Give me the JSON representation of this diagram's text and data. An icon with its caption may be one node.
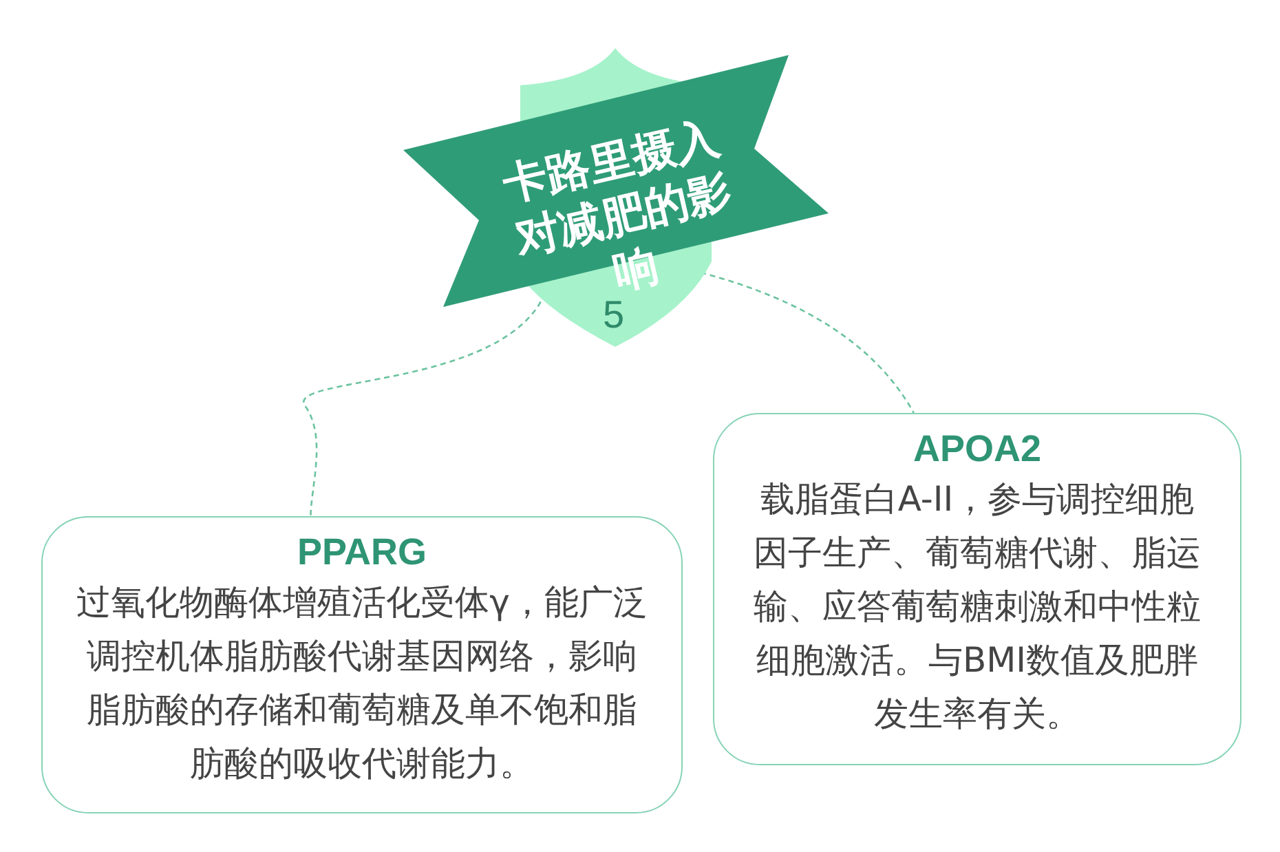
{
  "diagram": {
    "nodes": [
      {
        "text": [
          "卡路里摄入对减肥的影响",
          "5"
        ]
      },
      {
        "text": [
          "PPARG",
          "过氧化物酶体增殖活化受体γ，能广泛调控机体脂肪酸代谢基因网络，影响脂肪酸的存储和葡萄糖及单不饱和脂肪酸的吸收代谢能力。"
        ]
      },
      {
        "text": [
          "APOA2",
          "载脂蛋白A-II，参与调控细胞因子生产、葡萄糖代谢、脂运输、应答葡萄糖刺激和中性粒细胞激活。与BMI数值及肥胖发生率有关。"
        ]
      }
    ],
    "edges": [
      {
        "from": 0,
        "to": 1,
        "arrow": "none",
        "style": "dashed"
      },
      {
        "from": 0,
        "to": 2,
        "arrow": "none",
        "style": "dashed"
      }
    ]
  }
}
